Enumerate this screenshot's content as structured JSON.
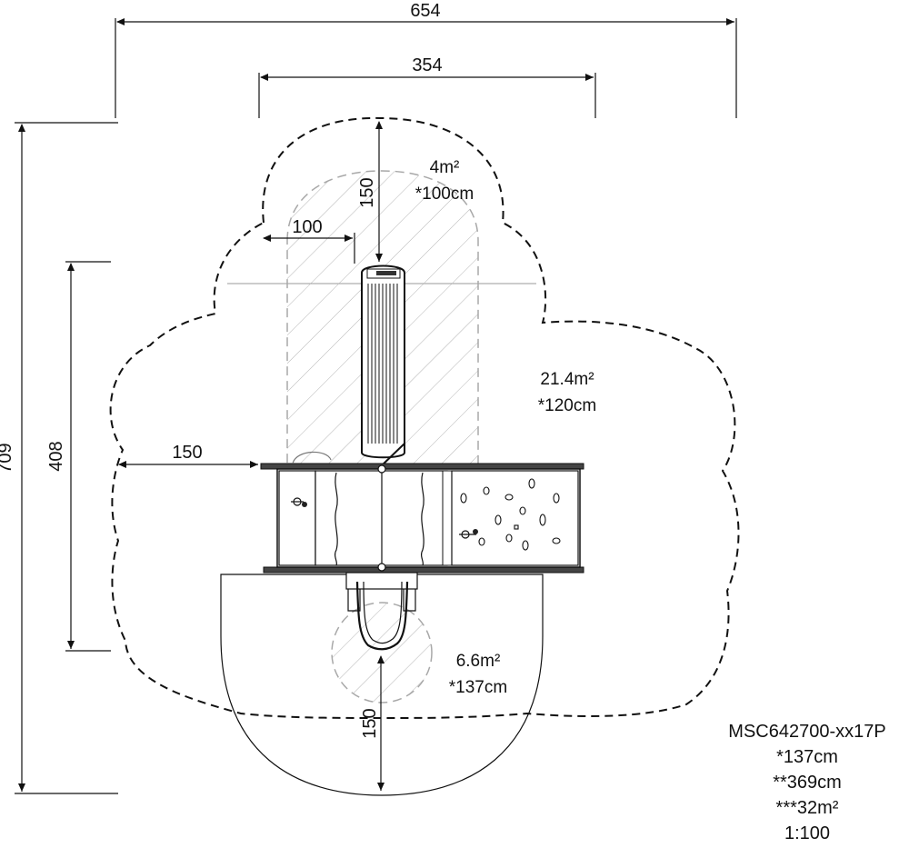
{
  "dimensions": {
    "overall_width": "654",
    "inner_width": "354",
    "overall_height": "709",
    "structure_height": "408",
    "top_clearance": "150",
    "side_clearance_top": "100",
    "left_clearance": "150",
    "bottom_clearance": "150"
  },
  "zones": {
    "top": {
      "area": "4m²",
      "height": "*100cm"
    },
    "main": {
      "area": "21.4m²",
      "height": "*120cm"
    },
    "bottom": {
      "area": "6.6m²",
      "height": "*137cm"
    }
  },
  "info": {
    "model": "MSC642700-xx17P",
    "line1": "*137cm",
    "line2": "**369cm",
    "line3": "***32m²",
    "scale": "1:100"
  },
  "colors": {
    "ink": "#111111",
    "faint": "#9a9a9a",
    "hatch": "#b0b0b0"
  }
}
